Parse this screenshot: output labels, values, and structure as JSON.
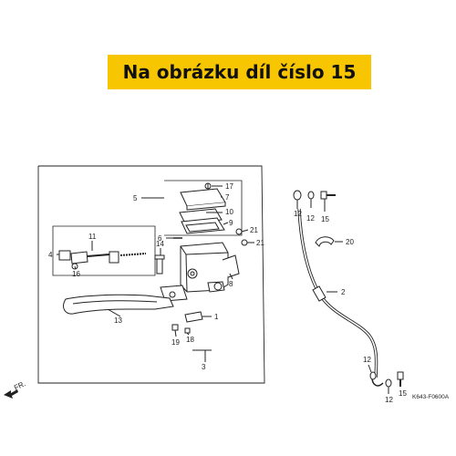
{
  "banner": {
    "text": "Na obrázku díl číslo 15",
    "color": "#f7c600"
  },
  "direction_label": "FR.",
  "diagram_code": "K643-F0600A",
  "parts": {
    "p17": "17",
    "p7": "7",
    "p10": "10",
    "p9": "9",
    "p5": "5",
    "p21a": "21",
    "p21b": "21",
    "p6": "6",
    "p11": "11",
    "p4": "4",
    "p16": "16",
    "p14": "14",
    "p8": "8",
    "p1": "1",
    "p13": "13",
    "p19": "19",
    "p18": "18",
    "p3": "3",
    "p12a": "12",
    "p12b": "12",
    "p15a": "15",
    "p20": "20",
    "p2": "2",
    "p12c": "12",
    "p12d": "12",
    "p15b": "15"
  }
}
